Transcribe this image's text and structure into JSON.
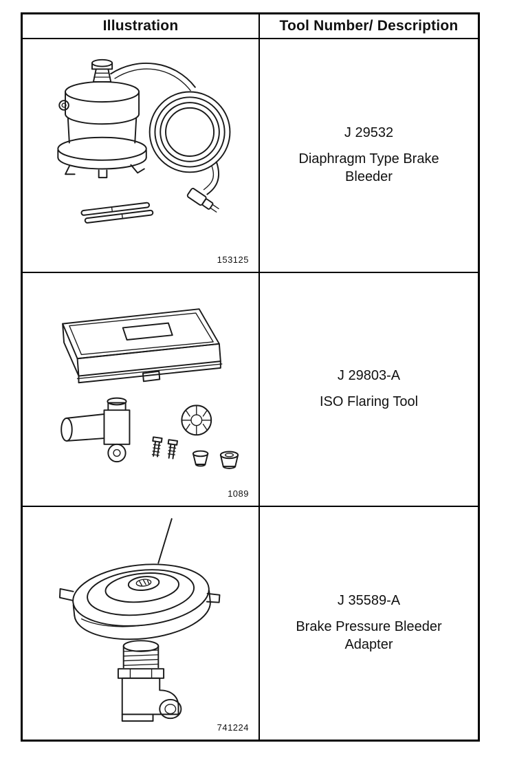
{
  "table": {
    "headers": {
      "illustration": "Illustration",
      "description": "Tool Number/ Description"
    },
    "rows": [
      {
        "tool_number": "J 29532",
        "description": "Diaphragm Type Brake Bleeder",
        "figure_number": "153125",
        "illustration": "diaphragm-type-brake-bleeder"
      },
      {
        "tool_number": "J 29803-A",
        "description": "ISO Flaring Tool",
        "figure_number": "1089",
        "illustration": "iso-flaring-tool-kit"
      },
      {
        "tool_number": "J 35589-A",
        "description": "Brake Pressure Bleeder Adapter",
        "figure_number": "741224",
        "illustration": "brake-pressure-bleeder-adapter"
      }
    ],
    "colors": {
      "border": "#000000",
      "ink": "#1a1a1a",
      "paper": "#ffffff"
    }
  }
}
